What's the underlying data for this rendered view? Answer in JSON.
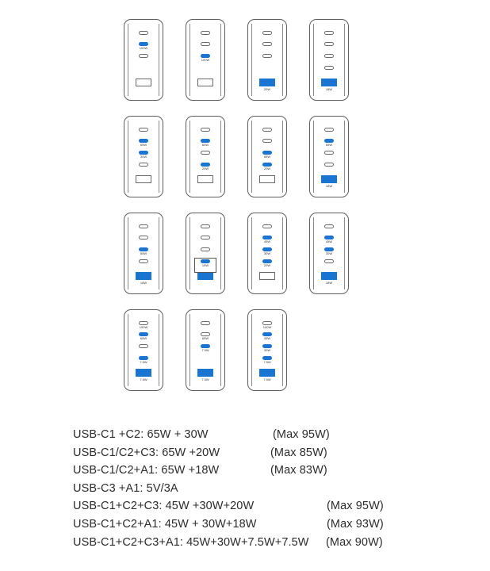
{
  "colors": {
    "active_port": "#1a74d2",
    "outline": "#5e5e5e",
    "text": "#2c2c2c"
  },
  "chargers": [
    {
      "ports": [
        {
          "on": false,
          "label": ""
        },
        {
          "on": true,
          "label": "100W"
        },
        {
          "on": false,
          "label": ""
        },
        {
          "on": false,
          "label": ""
        }
      ]
    },
    {
      "ports": [
        {
          "on": false,
          "label": ""
        },
        {
          "on": false,
          "label": ""
        },
        {
          "on": true,
          "label": "100W"
        },
        {
          "on": false,
          "label": ""
        }
      ]
    },
    {
      "ports": [
        {
          "on": false,
          "label": ""
        },
        {
          "on": false,
          "label": ""
        },
        {
          "on": false,
          "label": ""
        },
        {
          "on": true,
          "label": "20W"
        }
      ]
    },
    {
      "ports": [
        {
          "on": false,
          "label": ""
        },
        {
          "on": false,
          "label": ""
        },
        {
          "on": false,
          "label": ""
        },
        {
          "on": false,
          "label": ""
        },
        {
          "on": true,
          "label": "18W"
        }
      ]
    },
    {
      "ports": [
        {
          "on": false,
          "label": ""
        },
        {
          "on": true,
          "label": "65W"
        },
        {
          "on": true,
          "label": "30W"
        },
        {
          "on": false,
          "label": ""
        },
        {
          "on": false,
          "label": ""
        }
      ]
    },
    {
      "ports": [
        {
          "on": false,
          "label": ""
        },
        {
          "on": true,
          "label": "65W"
        },
        {
          "on": false,
          "label": ""
        },
        {
          "on": true,
          "label": "20W"
        },
        {
          "on": false,
          "label": ""
        }
      ]
    },
    {
      "ports": [
        {
          "on": false,
          "label": ""
        },
        {
          "on": false,
          "label": ""
        },
        {
          "on": true,
          "label": "65W"
        },
        {
          "on": true,
          "label": "20W"
        },
        {
          "on": false,
          "label": ""
        }
      ]
    },
    {
      "ports": [
        {
          "on": false,
          "label": ""
        },
        {
          "on": true,
          "label": "65W"
        },
        {
          "on": false,
          "label": ""
        },
        {
          "on": false,
          "label": ""
        },
        {
          "on": true,
          "label": "18W"
        }
      ]
    },
    {
      "ports": [
        {
          "on": false,
          "label": ""
        },
        {
          "on": false,
          "label": ""
        },
        {
          "on": true,
          "label": "65W"
        },
        {
          "on": false,
          "label": ""
        },
        {
          "on": true,
          "label": "18W"
        }
      ]
    },
    {
      "ports": [
        {
          "on": false,
          "label": ""
        },
        {
          "on": false,
          "label": ""
        },
        {
          "on": false,
          "label": ""
        },
        {
          "on": true,
          "label": "15W"
        },
        {
          "on": true,
          "label": ""
        }
      ],
      "bracket": true
    },
    {
      "ports": [
        {
          "on": false,
          "label": ""
        },
        {
          "on": true,
          "label": "45W"
        },
        {
          "on": true,
          "label": "30W"
        },
        {
          "on": true,
          "label": "20W"
        },
        {
          "on": false,
          "label": ""
        }
      ]
    },
    {
      "ports": [
        {
          "on": false,
          "label": ""
        },
        {
          "on": true,
          "label": "45W"
        },
        {
          "on": true,
          "label": "30W"
        },
        {
          "on": false,
          "label": ""
        },
        {
          "on": true,
          "label": "18W"
        }
      ]
    },
    {
      "ports": [
        {
          "on": false,
          "label": "100W"
        },
        {
          "on": true,
          "label": "65W"
        },
        {
          "on": false,
          "label": ""
        },
        {
          "on": true,
          "label": "7.5W"
        },
        {
          "on": true,
          "label": "7.5W"
        }
      ]
    },
    {
      "ports": [
        {
          "on": false,
          "label": ""
        },
        {
          "on": false,
          "label": "65W"
        },
        {
          "on": true,
          "label": "7.5W"
        },
        {
          "on": true,
          "label": "7.5W"
        }
      ]
    },
    {
      "ports": [
        {
          "on": false,
          "label": "100W"
        },
        {
          "on": true,
          "label": "45W"
        },
        {
          "on": true,
          "label": "30W"
        },
        {
          "on": true,
          "label": "7.5W"
        },
        {
          "on": true,
          "label": "7.5W"
        }
      ]
    }
  ],
  "notes": [
    {
      "label": "USB-C1 +C2: 65W + 30W",
      "max": "(Max 95W)"
    },
    {
      "label": "USB-C1/C2+C3: 65W +20W",
      "max": "(Max 85W)"
    },
    {
      "label": "USB-C1/C2+A1: 65W +18W",
      "max": "(Max 83W)"
    },
    {
      "label": "USB-C3 +A1: 5V/3A",
      "max": ""
    },
    {
      "label": "USB-C1+C2+C3: 45W +30W+20W",
      "max": "(Max 95W)"
    },
    {
      "label": "USB-C1+C2+A1: 45W + 30W+18W",
      "max": "(Max 93W)"
    },
    {
      "label": "USB-C1+C2+C3+A1: 45W+30W+7.5W+7.5W",
      "max": "(Max 90W)"
    }
  ]
}
